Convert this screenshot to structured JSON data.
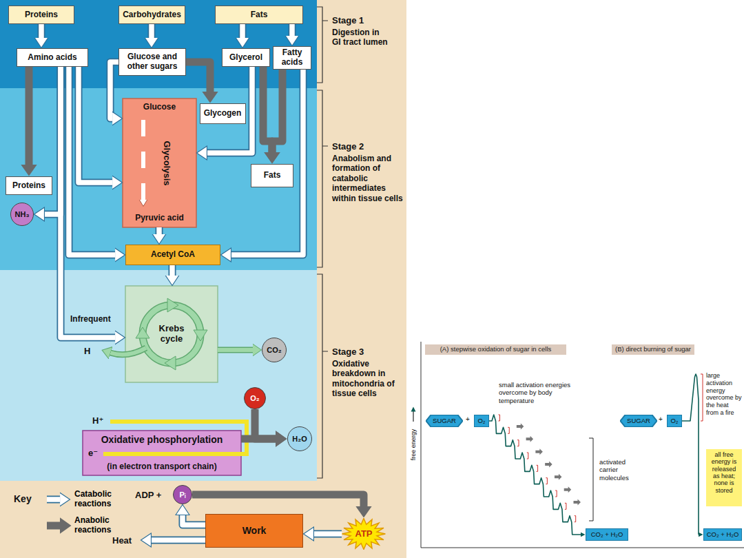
{
  "diagram": {
    "nodes": [
      {
        "text": [
          "Proteins"
        ]
      },
      {
        "text": [
          "Carbohydrates"
        ]
      },
      {
        "text": [
          "Fats"
        ]
      },
      {
        "text": [
          "Amino acids"
        ]
      },
      {
        "text": [
          "Glucose and other sugars"
        ]
      },
      {
        "text": [
          "Glycerol"
        ]
      },
      {
        "text": [
          "Fatty acids"
        ]
      },
      {
        "text": [
          "Glucose",
          "Glycolysis",
          "Pyruvic acid"
        ]
      },
      {
        "text": [
          "Glycogen"
        ]
      },
      {
        "text": [
          "Proteins"
        ]
      },
      {
        "text": [
          "NH₃"
        ]
      },
      {
        "text": [
          "Fats"
        ]
      },
      {
        "text": [
          "Acetyl CoA"
        ]
      },
      {
        "text": [
          "Krebs cycle"
        ]
      },
      {
        "text": [
          "CO₂"
        ]
      },
      {
        "text": [
          "O₂"
        ]
      },
      {
        "text": [
          "H₂O"
        ]
      },
      {
        "text": [
          "Oxidative phosphorylation",
          "(in electron transport chain)"
        ]
      },
      {
        "text": [
          "Pᵢ"
        ]
      },
      {
        "text": [
          "ATP"
        ]
      },
      {
        "text": [
          "Work"
        ]
      },
      {
        "text": [
          "(A) stepwise oxidation of sugar in cells"
        ]
      },
      {
        "text": [
          "(B) direct burning of sugar"
        ]
      },
      {
        "text": [
          "SUGAR"
        ]
      },
      {
        "text": [
          "O₂"
        ]
      },
      {
        "text": [
          "CO₂ + H₂O"
        ]
      },
      {
        "text": [
          "SUGAR"
        ]
      },
      {
        "text": [
          "O₂"
        ]
      },
      {
        "text": [
          "all free energy is released as heat; none is stored"
        ]
      },
      {
        "text": [
          "CO₂ + H₂O"
        ]
      }
    ],
    "edges": [
      {
        "from": 0,
        "to": 3,
        "arrow": "to"
      },
      {
        "from": 1,
        "to": 4,
        "arrow": "to"
      },
      {
        "from": 2,
        "to": 5,
        "arrow": "to"
      },
      {
        "from": 2,
        "to": 6,
        "arrow": "to"
      },
      {
        "from": 3,
        "to": 9,
        "arrow": "to"
      },
      {
        "from": 3,
        "to": 10,
        "arrow": "to"
      },
      {
        "from": 3,
        "to": 7,
        "arrow": "to"
      },
      {
        "from": 3,
        "to": 12,
        "arrow": "to"
      },
      {
        "from": 3,
        "to": 13,
        "label": "Infrequent",
        "arrow": "to"
      },
      {
        "from": 4,
        "to": 7,
        "arrow": "to"
      },
      {
        "from": 4,
        "to": 8,
        "arrow": "to"
      },
      {
        "from": 5,
        "to": 7,
        "arrow": "to"
      },
      {
        "from": 5,
        "to": 11,
        "arrow": "to"
      },
      {
        "from": 6,
        "to": 11,
        "arrow": "to"
      },
      {
        "from": 6,
        "to": 12,
        "arrow": "to"
      },
      {
        "from": 7,
        "to": 12,
        "arrow": "to"
      },
      {
        "from": 12,
        "to": 13,
        "arrow": "to"
      },
      {
        "from": 13,
        "to": 14,
        "arrow": "to"
      },
      {
        "from": 15,
        "to": 16,
        "arrow": "to"
      },
      {
        "from": 17,
        "to": 16,
        "arrow": "to"
      },
      {
        "from": 18,
        "to": 19,
        "arrow": "to"
      },
      {
        "from": 19,
        "to": 20,
        "arrow": "to"
      },
      {
        "from": 20,
        "to": 18,
        "arrow": "to"
      },
      {
        "from": 24,
        "to": 25,
        "arrow": "to"
      },
      {
        "from": 27,
        "to": 29,
        "arrow": "to"
      }
    ],
    "labels": [
      "Stage 1",
      "Digestion in GI tract lumen",
      "Stage 2",
      "Anabolism and formation of catabolic intermediates within tissue cells",
      "Stage 3",
      "Oxidative breakdown in mitochondria of tissue cells",
      "H",
      "H⁺",
      "e⁻",
      "ADP +",
      "Heat",
      "Key",
      "free energy",
      "small activation energies overcome by body temperature",
      "+",
      "activated carrier molecules",
      "+",
      "large activation energy overcome by the heat from a fire"
    ],
    "legend": [
      {
        "text": "Catabolic reactions"
      },
      {
        "text": "Anabolic reactions"
      }
    ]
  }
}
